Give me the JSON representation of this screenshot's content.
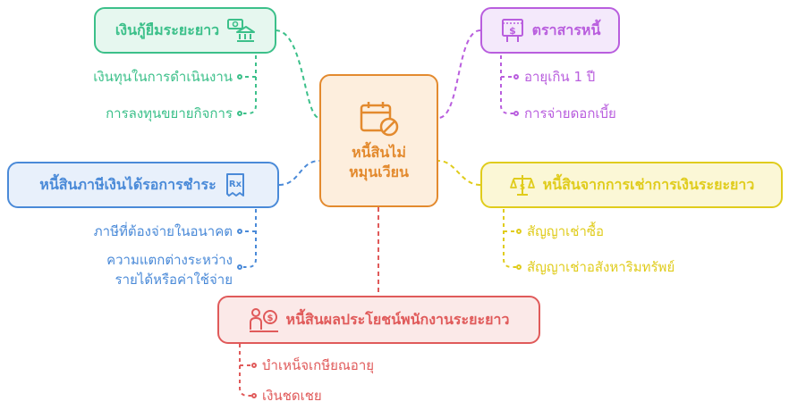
{
  "center": {
    "label_line1": "หนี้สินไม่",
    "label_line2": "หมุนเวียน",
    "icon": "calendar-cancel-icon"
  },
  "topics": {
    "long_term_loans": {
      "label": "เงินกู้ยืมระยะยาว",
      "icon": "bank-money-icon",
      "items": [
        "เงินทุนในการดำเนินงาน",
        "การลงทุนขยายกิจการ"
      ]
    },
    "bonds": {
      "label": "ตราสารหนี้",
      "icon": "certificate-dollar-icon",
      "items": [
        "อายุเกิน 1 ปี",
        "การจ่ายดอกเบี้ย"
      ]
    },
    "deferred_tax": {
      "label": "หนี้สินภาษีเงินได้รอการชำระ",
      "icon": "tax-receipt-icon",
      "items": [
        "ภาษีที่ต้องจ่ายในอนาคต",
        "ความแตกต่างระหว่าง",
        "รายได้หรือค่าใช้จ่าย"
      ]
    },
    "leases": {
      "label": "หนี้สินจากการเช่าการเงินระยะยาว",
      "icon": "scale-dollar-icon",
      "items": [
        "สัญญาเช่าซื้อ",
        "สัญญาเช่าอสังหาริมทรัพย์"
      ]
    },
    "employee_benefits": {
      "label": "หนี้สินผลประโยชน์พนักงานระยะยาว",
      "icon": "person-dollar-icon",
      "items": [
        "บำเหน็จเกษียณอายุ",
        "เงินชดเชย"
      ]
    }
  },
  "colors": {
    "green": "#3cc08a",
    "green_fill": "#e6f7ef",
    "purple": "#b95ede",
    "purple_fill": "#f4e9fb",
    "blue": "#4a8ad8",
    "blue_fill": "#e8f0fb",
    "yellow": "#e0cc1c",
    "yellow_fill": "#fbf7d6",
    "red": "#e05a5a",
    "red_fill": "#fbe9e8",
    "orange": "#e38a2e",
    "orange_fill": "#fdeedd"
  }
}
